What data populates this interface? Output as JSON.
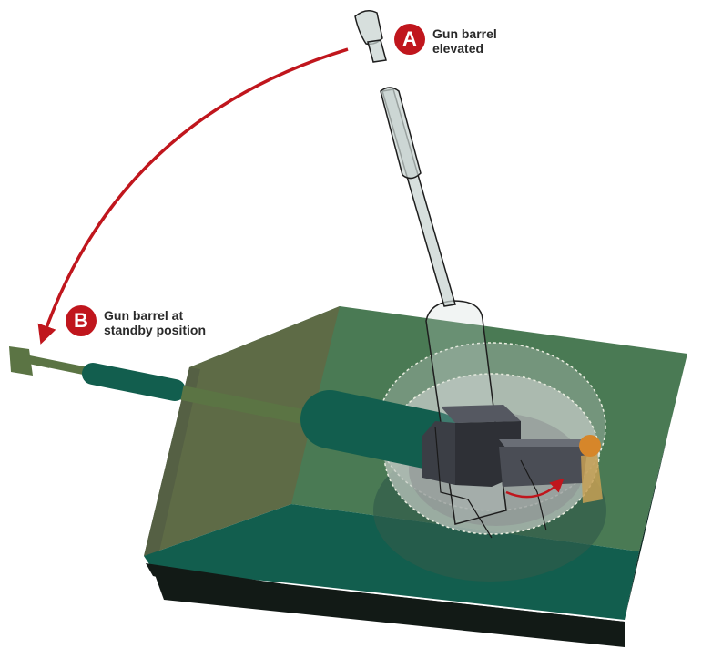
{
  "callouts": {
    "a": {
      "letter": "A",
      "line1": "Gun barrel",
      "line2": "elevated"
    },
    "b": {
      "letter": "B",
      "line1": "Gun barrel at",
      "line2": "standby position"
    }
  },
  "colors": {
    "accent_red": "#c0161d",
    "hull_top": "#4a7a54",
    "hull_front": "#125e4e",
    "hull_side_dark": "#0d2a22",
    "hull_bottom": "#121a16",
    "turret_block": "#3b3e45",
    "barrel_olive": "#5b7444",
    "barrel_green": "#125e4e",
    "barrel_ghost": "#c7d3d0",
    "pivot_orange": "#d6862a"
  }
}
